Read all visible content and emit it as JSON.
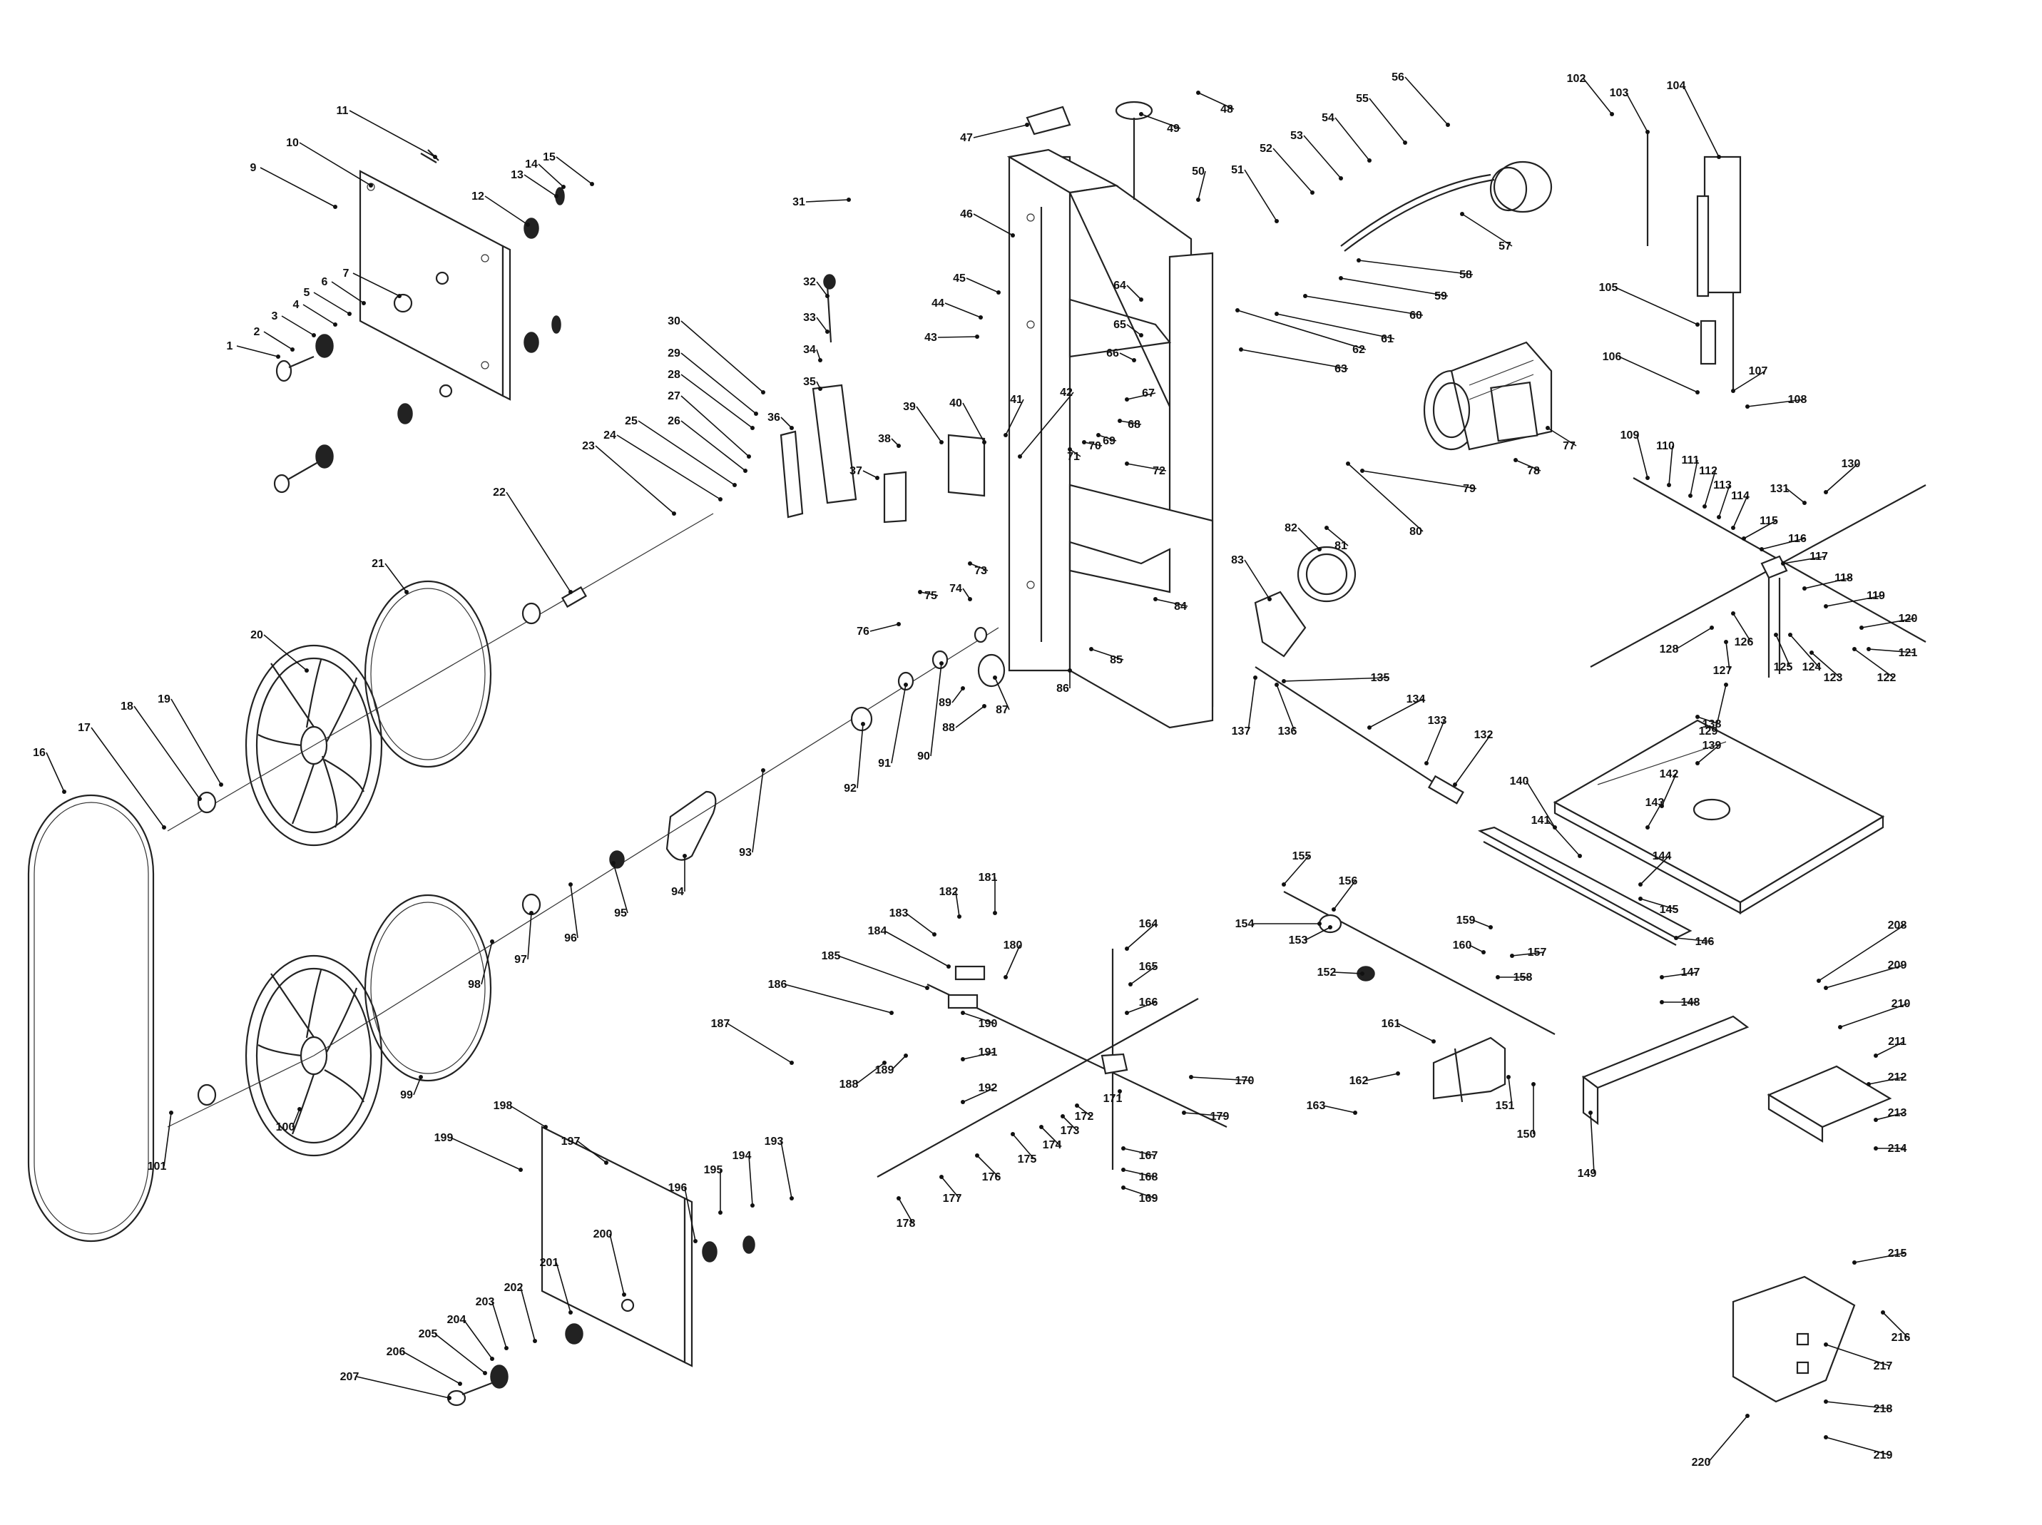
{
  "callouts": [
    {
      "n": "1"
    },
    {
      "n": "2"
    },
    {
      "n": "3"
    },
    {
      "n": "4"
    },
    {
      "n": "5"
    },
    {
      "n": "6"
    },
    {
      "n": "7"
    },
    {
      "n": "9"
    },
    {
      "n": "10"
    },
    {
      "n": "11"
    },
    {
      "n": "12"
    },
    {
      "n": "13"
    },
    {
      "n": "14"
    },
    {
      "n": "15"
    },
    {
      "n": "16"
    },
    {
      "n": "17"
    },
    {
      "n": "18"
    },
    {
      "n": "19"
    },
    {
      "n": "20"
    },
    {
      "n": "21"
    },
    {
      "n": "22"
    },
    {
      "n": "23"
    },
    {
      "n": "24"
    },
    {
      "n": "25"
    },
    {
      "n": "26"
    },
    {
      "n": "27"
    },
    {
      "n": "28"
    },
    {
      "n": "29"
    },
    {
      "n": "30"
    },
    {
      "n": "31"
    },
    {
      "n": "32"
    },
    {
      "n": "33"
    },
    {
      "n": "34"
    },
    {
      "n": "35"
    },
    {
      "n": "36"
    },
    {
      "n": "37"
    },
    {
      "n": "38"
    },
    {
      "n": "39"
    },
    {
      "n": "40"
    },
    {
      "n": "41"
    },
    {
      "n": "42"
    },
    {
      "n": "43"
    },
    {
      "n": "44"
    },
    {
      "n": "45"
    },
    {
      "n": "46"
    },
    {
      "n": "47"
    },
    {
      "n": "48"
    },
    {
      "n": "49"
    },
    {
      "n": "50"
    },
    {
      "n": "51"
    },
    {
      "n": "52"
    },
    {
      "n": "53"
    },
    {
      "n": "54"
    },
    {
      "n": "55"
    },
    {
      "n": "56"
    },
    {
      "n": "57"
    },
    {
      "n": "58"
    },
    {
      "n": "59"
    },
    {
      "n": "60"
    },
    {
      "n": "61"
    },
    {
      "n": "62"
    },
    {
      "n": "63"
    },
    {
      "n": "64"
    },
    {
      "n": "65"
    },
    {
      "n": "66"
    },
    {
      "n": "67"
    },
    {
      "n": "68"
    },
    {
      "n": "69"
    },
    {
      "n": "70"
    },
    {
      "n": "71"
    },
    {
      "n": "72"
    },
    {
      "n": "73"
    },
    {
      "n": "74"
    },
    {
      "n": "75"
    },
    {
      "n": "76"
    },
    {
      "n": "77"
    },
    {
      "n": "78"
    },
    {
      "n": "79"
    },
    {
      "n": "80"
    },
    {
      "n": "81"
    },
    {
      "n": "82"
    },
    {
      "n": "83"
    },
    {
      "n": "84"
    },
    {
      "n": "85"
    },
    {
      "n": "86"
    },
    {
      "n": "87"
    },
    {
      "n": "88"
    },
    {
      "n": "89"
    },
    {
      "n": "90"
    },
    {
      "n": "91"
    },
    {
      "n": "92"
    },
    {
      "n": "93"
    },
    {
      "n": "94"
    },
    {
      "n": "95"
    },
    {
      "n": "96"
    },
    {
      "n": "97"
    },
    {
      "n": "98"
    },
    {
      "n": "99"
    },
    {
      "n": "100"
    },
    {
      "n": "101"
    },
    {
      "n": "102"
    },
    {
      "n": "103"
    },
    {
      "n": "104"
    },
    {
      "n": "105"
    },
    {
      "n": "106"
    },
    {
      "n": "107"
    },
    {
      "n": "108"
    },
    {
      "n": "109"
    },
    {
      "n": "110"
    },
    {
      "n": "111"
    },
    {
      "n": "112"
    },
    {
      "n": "113"
    },
    {
      "n": "114"
    },
    {
      "n": "115"
    },
    {
      "n": "116"
    },
    {
      "n": "117"
    },
    {
      "n": "118"
    },
    {
      "n": "119"
    },
    {
      "n": "120"
    },
    {
      "n": "121"
    },
    {
      "n": "122"
    },
    {
      "n": "123"
    },
    {
      "n": "124"
    },
    {
      "n": "125"
    },
    {
      "n": "126"
    },
    {
      "n": "127"
    },
    {
      "n": "128"
    },
    {
      "n": "129"
    },
    {
      "n": "130"
    },
    {
      "n": "131"
    },
    {
      "n": "132"
    },
    {
      "n": "133"
    },
    {
      "n": "134"
    },
    {
      "n": "135"
    },
    {
      "n": "136"
    },
    {
      "n": "137"
    },
    {
      "n": "138"
    },
    {
      "n": "139"
    },
    {
      "n": "140"
    },
    {
      "n": "141"
    },
    {
      "n": "142"
    },
    {
      "n": "143"
    },
    {
      "n": "144"
    },
    {
      "n": "145"
    },
    {
      "n": "146"
    },
    {
      "n": "147"
    },
    {
      "n": "148"
    },
    {
      "n": "149"
    },
    {
      "n": "150"
    },
    {
      "n": "151"
    },
    {
      "n": "152"
    },
    {
      "n": "153"
    },
    {
      "n": "154"
    },
    {
      "n": "155"
    },
    {
      "n": "156"
    },
    {
      "n": "157"
    },
    {
      "n": "158"
    },
    {
      "n": "159"
    },
    {
      "n": "160"
    },
    {
      "n": "161"
    },
    {
      "n": "162"
    },
    {
      "n": "163"
    },
    {
      "n": "164"
    },
    {
      "n": "165"
    },
    {
      "n": "166"
    },
    {
      "n": "167"
    },
    {
      "n": "168"
    },
    {
      "n": "169"
    },
    {
      "n": "170"
    },
    {
      "n": "171"
    },
    {
      "n": "172"
    },
    {
      "n": "173"
    },
    {
      "n": "174"
    },
    {
      "n": "175"
    },
    {
      "n": "176"
    },
    {
      "n": "177"
    },
    {
      "n": "178"
    },
    {
      "n": "179"
    },
    {
      "n": "180"
    },
    {
      "n": "181"
    },
    {
      "n": "182"
    },
    {
      "n": "183"
    },
    {
      "n": "184"
    },
    {
      "n": "185"
    },
    {
      "n": "186"
    },
    {
      "n": "187"
    },
    {
      "n": "188"
    },
    {
      "n": "189"
    },
    {
      "n": "190"
    },
    {
      "n": "191"
    },
    {
      "n": "192"
    },
    {
      "n": "193"
    },
    {
      "n": "194"
    },
    {
      "n": "195"
    },
    {
      "n": "196"
    },
    {
      "n": "197"
    },
    {
      "n": "198"
    },
    {
      "n": "199"
    },
    {
      "n": "200"
    },
    {
      "n": "201"
    },
    {
      "n": "202"
    },
    {
      "n": "203"
    },
    {
      "n": "204"
    },
    {
      "n": "205"
    },
    {
      "n": "206"
    },
    {
      "n": "207"
    },
    {
      "n": "208"
    },
    {
      "n": "209"
    },
    {
      "n": "210"
    },
    {
      "n": "211"
    },
    {
      "n": "212"
    },
    {
      "n": "213"
    },
    {
      "n": "214"
    },
    {
      "n": "215"
    },
    {
      "n": "216"
    },
    {
      "n": "217"
    },
    {
      "n": "218"
    },
    {
      "n": "219"
    },
    {
      "n": "220"
    }
  ]
}
